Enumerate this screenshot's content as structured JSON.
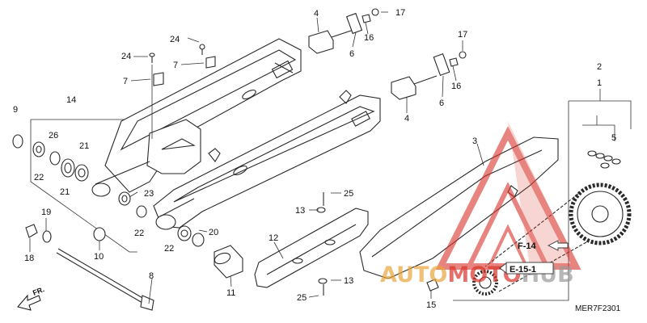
{
  "callouts": {
    "c1": "1",
    "c2": "2",
    "c3": "3",
    "c4a": "4",
    "c4b": "4",
    "c5": "5",
    "c6a": "6",
    "c6b": "6",
    "c7a": "7",
    "c7b": "7",
    "c8": "8",
    "c9": "9",
    "c10": "10",
    "c11": "11",
    "c12": "12",
    "c13a": "13",
    "c13b": "13",
    "c14": "14",
    "c15": "15",
    "c16a": "16",
    "c16b": "16",
    "c17a": "17",
    "c17b": "17",
    "c18": "18",
    "c19": "19",
    "c20": "20",
    "c21a": "21",
    "c21b": "21",
    "c22a": "22",
    "c22b": "22",
    "c22c": "22",
    "c23": "23",
    "c24a": "24",
    "c24b": "24",
    "c25a": "25",
    "c25b": "25",
    "c26": "26"
  },
  "refs": {
    "f14": "F-14",
    "e151": "E-15-1"
  },
  "direction": "FR.",
  "diagram_code": "MER7F2301",
  "watermark": {
    "part1": "AUTO",
    "part2": "MOTO",
    "part3": "HUB"
  },
  "colors": {
    "watermark_red": "#d9342b",
    "watermark_orange": "#e8a43c",
    "line": "#2a2a2a"
  }
}
